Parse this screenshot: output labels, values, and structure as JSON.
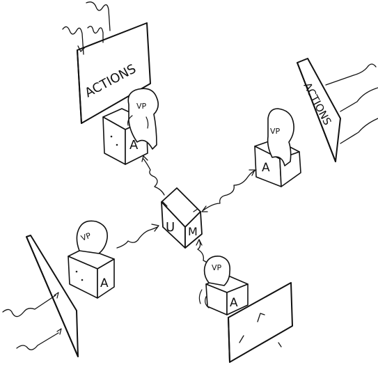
{
  "boards": {
    "top_left_label": "ACTIONS",
    "top_right_label": "ACTIONS"
  },
  "agents": {
    "top_left": {
      "role_label": "VP",
      "box_label": "A"
    },
    "right": {
      "role_label": "VP",
      "box_label": "A"
    },
    "bottom_left": {
      "role_label": "VP",
      "box_label": "A"
    },
    "bottom": {
      "role_label": "VP",
      "box_label": "A"
    }
  },
  "hub": {
    "left_letter": "U",
    "right_letter": "M"
  }
}
